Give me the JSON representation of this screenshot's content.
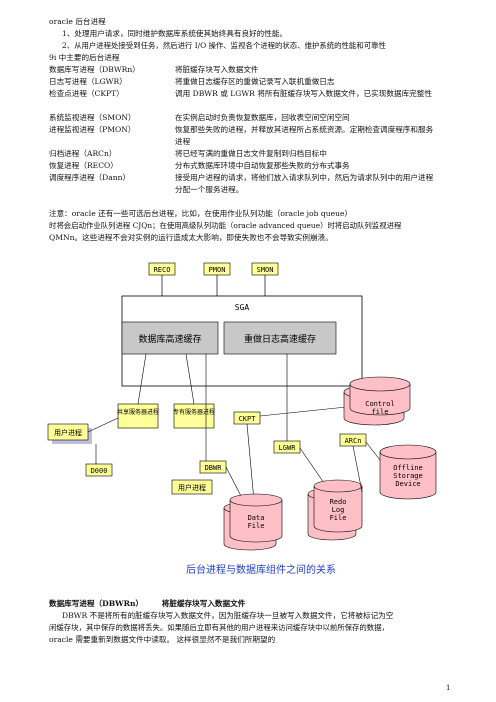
{
  "heading": "oracle 后台进程",
  "intro": [
    "1、处理用户请求，同时维护数据库系统使其始终具有良好的性能。",
    "2、从用户进程处接受到任务，然后进行 I/O 操作、监视各个进程的状态、维护系统的性能和可靠性",
    "9i 中主要的后台进程"
  ],
  "processes": [
    {
      "name": "数据库写进程（DBWRn）",
      "desc": "将脏缓存块写入数据文件"
    },
    {
      "name": "日志写进程（LGWR）",
      "desc": "将重做日志缓存区的重做记录写入联机重做日志"
    },
    {
      "name": "检查点进程（CKPT）",
      "desc": "调用 DBWR 或 LGWR 将所有脏缓存块写入数据文件，已实现数据库完整性"
    },
    {
      "name": "系统监视进程（SMON）",
      "desc": "在实例启动时负责恢复数据库，回收表空间空闲空间"
    },
    {
      "name": "进程监视进程（PMON）",
      "desc": "恢复那些失败的进程，并释放其进程所占系统资源。定期检查调度程序和服务进程"
    },
    {
      "name": "归档进程（ARCn）",
      "desc": "将已经写满的重做日志文件复制到归档目标中"
    },
    {
      "name": "恢复进程（RECO）",
      "desc": "分布式数据库环境中自动恢复那些失败的分布式事务"
    },
    {
      "name": "调度程序进程（Dann）",
      "desc": "接受用户进程的请求，将他们放入请求队列中，然后为请求队列中的用户进程分配一个服务进程。"
    }
  ],
  "note": [
    "注意：oracle 还有一些可选后台进程，比如，在使用作业队列功能（oracle job queue）",
    "时将会启动作业队列进程 CJQn；在使用高级队列功能（oracle advanced queue）时将启动队列监视进程",
    "QMNn。这些进程不会对实例的运行造成太大影响，即使失败也不会导致实例崩溃。"
  ],
  "diagram": {
    "sga": "SGA",
    "db_cache": "数据库高速缓存",
    "redo_cache": "重做日志高速缓存",
    "reco": "RECO",
    "pmon": "PMON",
    "smon": "SMON",
    "user_process": "用户进程",
    "shared_server": "共享服务器进程",
    "dedicated_server": "专有服务器进程",
    "d000": "D000",
    "dbwr": "DBWR",
    "ckpt": "CKPT",
    "lgwr": "LGWR",
    "arcn": "ARCn",
    "user_process_2": "用户进程",
    "control_file": [
      "Control",
      "file"
    ],
    "redo_log_file": [
      "Redo",
      "Log",
      "File"
    ],
    "data_file": [
      "Data",
      "File"
    ],
    "offline_storage": [
      "Offline",
      "Storage",
      "Device"
    ]
  },
  "caption": "后台进程与数据库组件之间的关系",
  "section": {
    "name": "数据库写进程（DBWRn）",
    "desc": "将脏缓存块写入数据文件",
    "body": [
      "DBWR 不是将所有的脏缓存块写入数据文件，因为脏缓存块一旦被写入数据文件，它将被标记为空",
      "闲缓存块，其中保存的数据将丢失。如果随后立即有其他的用户进程来访问缓存块中以前所保存的数据，",
      "oracle 需要重新到数据文件中读取。    这样很显然不是我们所期望的"
    ]
  },
  "page_number": "1",
  "colors": {
    "box": "#ffff99",
    "pink": "#ffbfc6",
    "caption": "#1f3fbf",
    "grey": "#c8c8c8",
    "purple": "#7d7dbf"
  }
}
